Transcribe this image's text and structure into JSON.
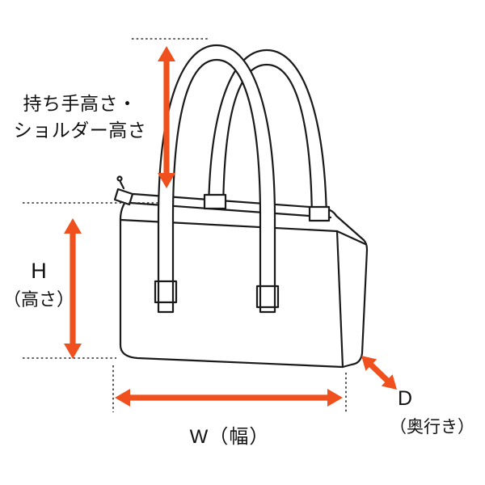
{
  "colors": {
    "arrow": "#F0501E",
    "line": "#1A1A1A",
    "background": "#FFFFFF",
    "text": "#111111"
  },
  "figure": {
    "name": "bag-dimension-diagram"
  },
  "labels": {
    "handle_height": {
      "line1": "持ち手高さ・",
      "line2": "ショルダー高さ"
    },
    "height": {
      "symbol": "H",
      "name": "（高さ）"
    },
    "width": {
      "text": "W（幅）"
    },
    "depth": {
      "symbol": "D",
      "name": "（奥行き）"
    }
  },
  "arrows": [
    {
      "name": "handle-height-arrow",
      "orientation": "vertical",
      "label_ref": "handle_height"
    },
    {
      "name": "height-arrow",
      "orientation": "vertical",
      "label_ref": "height"
    },
    {
      "name": "width-arrow",
      "orientation": "horizontal",
      "label_ref": "width"
    },
    {
      "name": "depth-arrow",
      "orientation": "diagonal",
      "label_ref": "depth"
    }
  ]
}
